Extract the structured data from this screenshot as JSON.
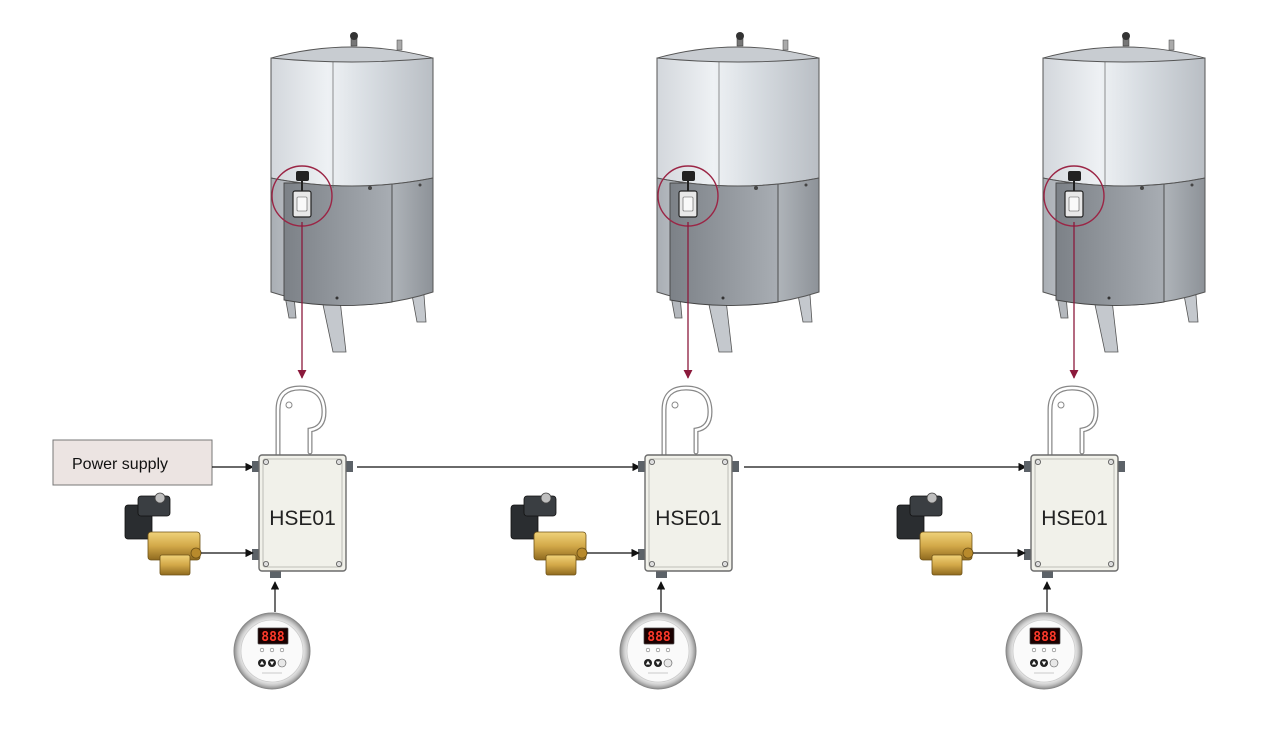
{
  "power_supply": {
    "label": "Power supply"
  },
  "units": [
    {
      "controller_label": "HSE01",
      "display": "888"
    },
    {
      "controller_label": "HSE01",
      "display": "888"
    },
    {
      "controller_label": "HSE01",
      "display": "888"
    }
  ],
  "colors": {
    "arrow_red": "#8b1a3c",
    "circle_red": "#9b2545",
    "box_fill": "#f1f1ea",
    "box_border": "#6b6b6b",
    "power_fill": "#ece4e2",
    "brass": "#d2a848",
    "display_bg": "#1a0000",
    "display_digit": "#ff3a2a"
  }
}
